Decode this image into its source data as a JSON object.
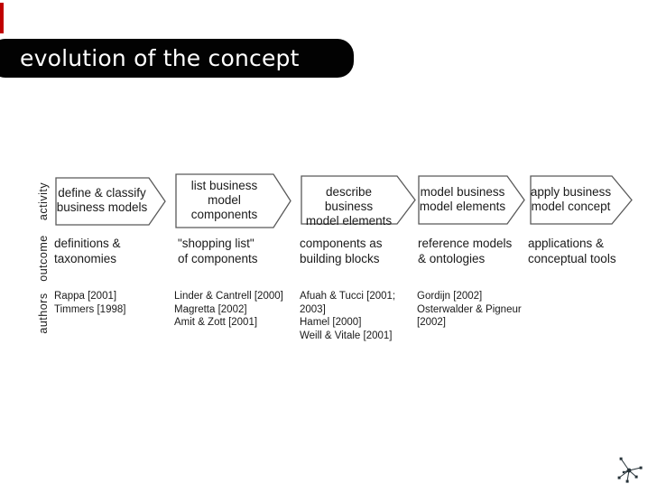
{
  "slide": {
    "title": "evolution of the concept",
    "accent_color": "#c00000",
    "title_bar_color": "#020202"
  },
  "row_labels": {
    "activity": "activity",
    "outcome": "outcome",
    "authors": "authors"
  },
  "stages": [
    {
      "activity": "define & classify\nbusiness models",
      "outcome": "definitions &\ntaxonomies",
      "authors": "Rappa [2001]\nTimmers [1998]"
    },
    {
      "activity": "list business\nmodel\ncomponents",
      "outcome": "\"shopping list\"\nof components",
      "authors": "Linder & Cantrell [2000]\nMagretta [2002]\nAmit & Zott [2001]"
    },
    {
      "activity": "describe business\nmodel elements",
      "outcome": "components as\nbuilding blocks",
      "authors": "Afuah & Tucci [2001;\n2003]\nHamel [2000]\nWeill & Vitale [2001]"
    },
    {
      "activity": "model business\nmodel elements",
      "outcome": "reference models\n& ontologies",
      "authors": "Gordijn [2002]\nOsterwalder & Pigneur\n[2002]"
    },
    {
      "activity": "apply business\nmodel concept",
      "outcome": "applications &\nconceptual tools",
      "authors": ""
    }
  ],
  "icons": {
    "molecule": "molecule-network-icon"
  }
}
